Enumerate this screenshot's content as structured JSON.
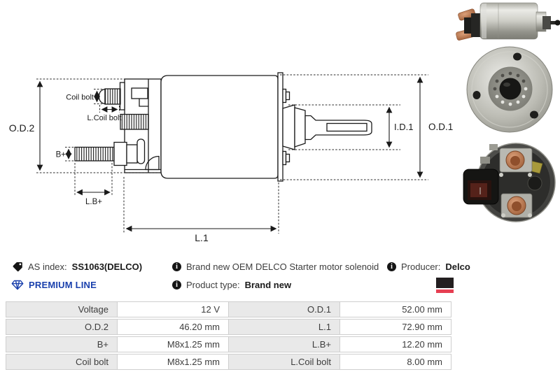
{
  "diagram": {
    "labels": {
      "od2": "O.D.2",
      "coil_bolt": "Coil bolt",
      "l_coil_bolt": "L.Coil bolt",
      "b_plus": "B+",
      "l_b_plus": "L.B+",
      "l1": "L.1",
      "id1": "I.D.1",
      "od1": "O.D.1"
    }
  },
  "photos": {
    "side_view": "solenoid-side-view-photo",
    "front_view": "solenoid-front-view-photo",
    "rear_view": "solenoid-rear-terminals-photo"
  },
  "info": {
    "as_index_label": "AS index:",
    "as_index_value": "SS1063(DELCO)",
    "premium_line": "PREMIUM LINE",
    "description": "Brand new OEM DELCO Starter motor solenoid",
    "product_type_label": "Product type:",
    "product_type_value": "Brand new",
    "producer_label": "Producer:",
    "producer_value": "Delco",
    "colors": {
      "premium_blue": "#1b41ad",
      "logo_black": "#231f20",
      "logo_red": "#e63f52"
    }
  },
  "spec_table": {
    "rows": [
      {
        "label_left": "Voltage",
        "value_left": "12 V",
        "label_right": "O.D.1",
        "value_right": "52.00 mm"
      },
      {
        "label_left": "O.D.2",
        "value_left": "46.20 mm",
        "label_right": "L.1",
        "value_right": "72.90 mm"
      },
      {
        "label_left": "B+",
        "value_left": "M8x1.25 mm",
        "label_right": "L.B+",
        "value_right": "12.20 mm"
      },
      {
        "label_left": "Coil bolt",
        "value_left": "M8x1.25 mm",
        "label_right": "L.Coil bolt",
        "value_right": "8.00 mm"
      }
    ]
  }
}
